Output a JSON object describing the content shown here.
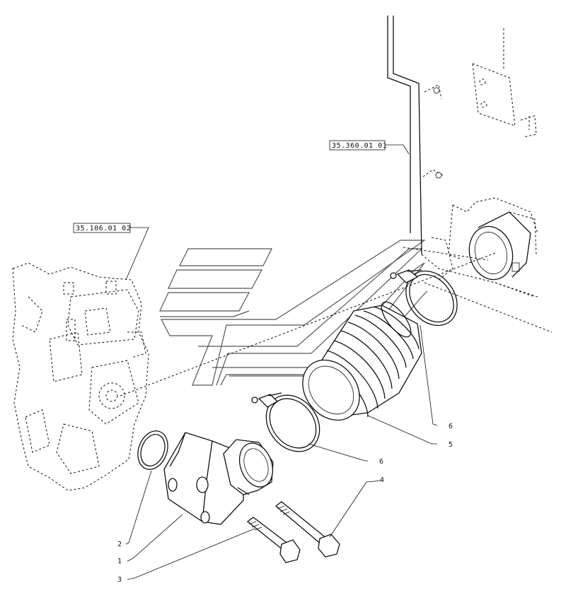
{
  "references": {
    "frame_ref": "35.360.01 01",
    "pump_ref": "35.106.01 02"
  },
  "callouts": [
    "2",
    "1",
    "3",
    "4",
    "5",
    "6",
    "6"
  ]
}
